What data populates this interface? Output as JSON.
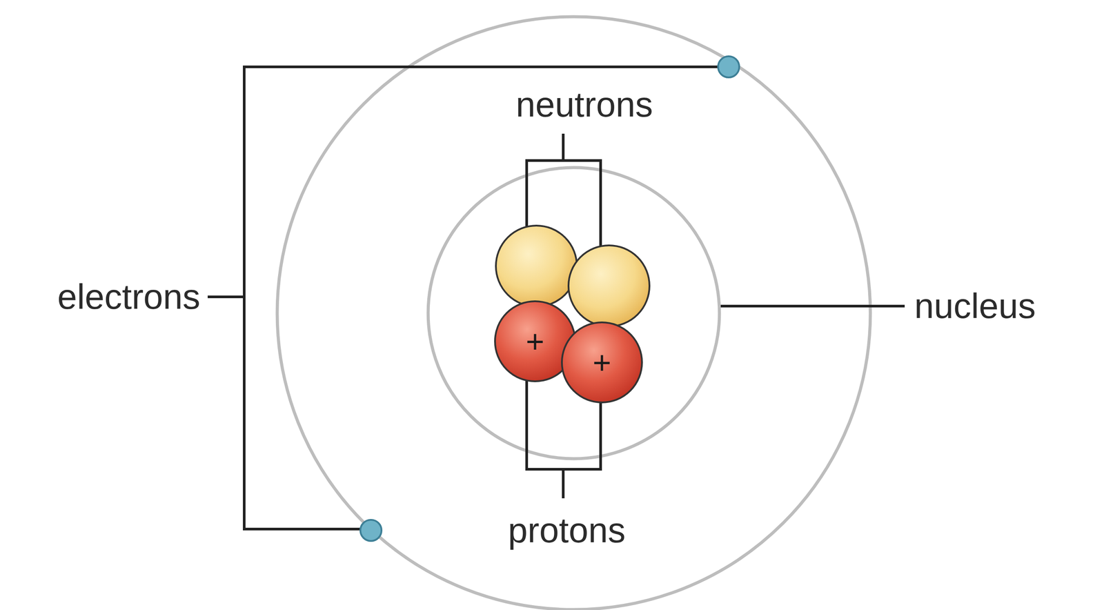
{
  "diagram": {
    "labels": [
      "neutrons",
      "electrons",
      "nucleus",
      "protons",
      "+",
      "+"
    ]
  }
}
